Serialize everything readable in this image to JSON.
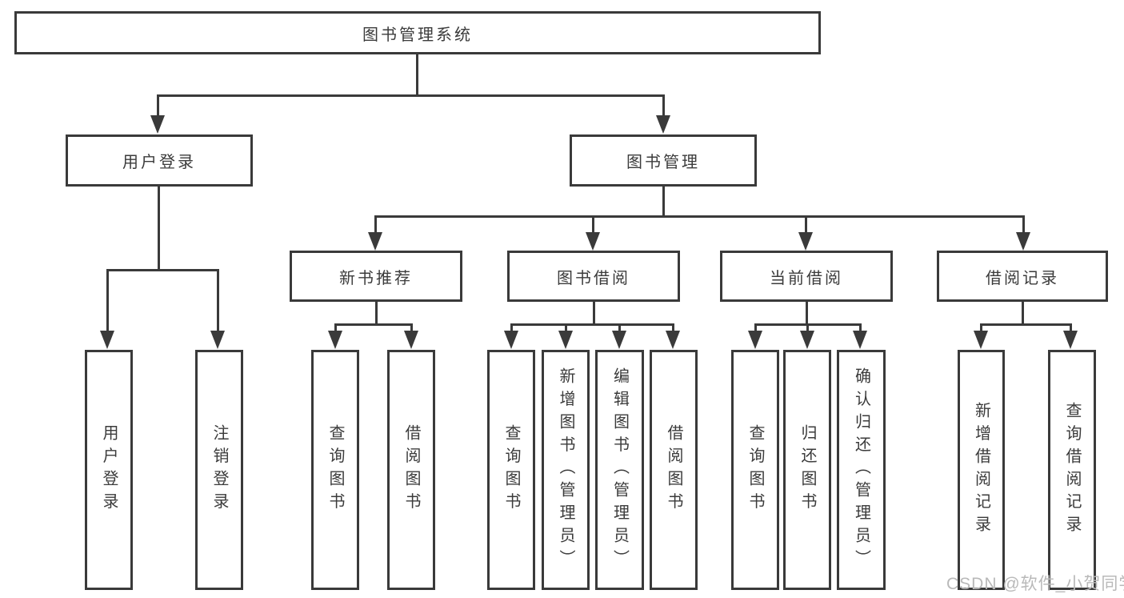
{
  "diagram": {
    "root": {
      "label": "图书管理系统"
    },
    "level2": [
      {
        "label": "用户登录"
      },
      {
        "label": "图书管理"
      }
    ],
    "level3": [
      {
        "label": "新书推荐"
      },
      {
        "label": "图书借阅"
      },
      {
        "label": "当前借阅"
      },
      {
        "label": "借阅记录"
      }
    ],
    "leaves": [
      {
        "label": "用户登录"
      },
      {
        "label": "注销登录"
      },
      {
        "label": "查询图书"
      },
      {
        "label": "借阅图书"
      },
      {
        "label": "查询图书"
      },
      {
        "label": "新增图书（管理员）"
      },
      {
        "label": "编辑图书（管理员）"
      },
      {
        "label": "借阅图书"
      },
      {
        "label": "查询图书"
      },
      {
        "label": "归还图书"
      },
      {
        "label": "确认归还（管理员）"
      },
      {
        "label": "新增借阅记录"
      },
      {
        "label": "查询借阅记录"
      }
    ]
  },
  "watermark": {
    "text": "CSDN @软件_小贺同学"
  },
  "colors": {
    "line": "#3a3a3a",
    "text": "#3b3b3b",
    "watermark": "#b9b9b9",
    "background": "#ffffff"
  }
}
